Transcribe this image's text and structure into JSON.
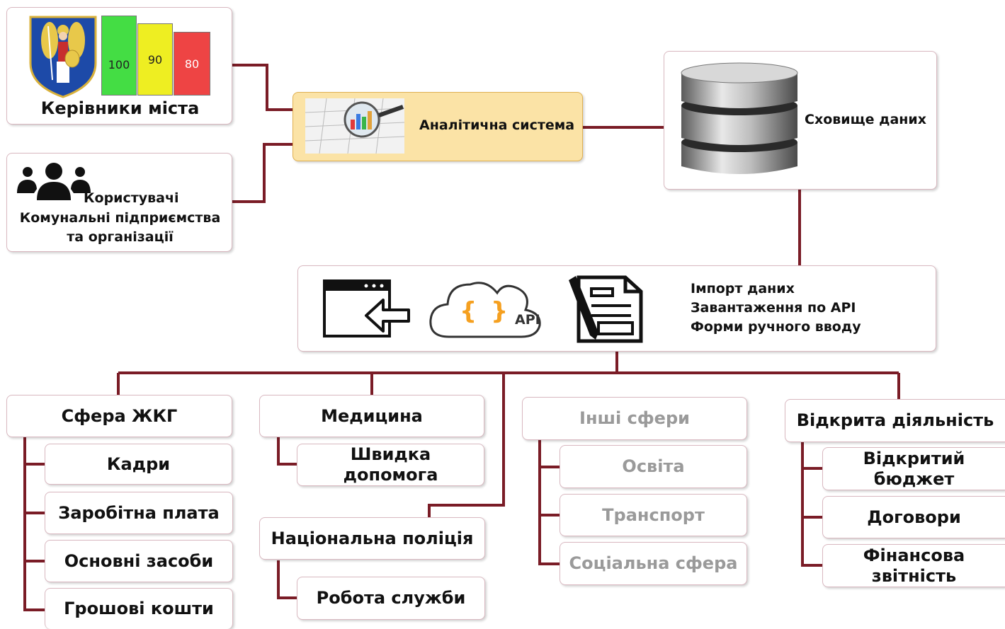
{
  "top": {
    "city_leaders": {
      "label": "Керівники міста",
      "bars": [
        "100",
        "90",
        "80"
      ],
      "bar_colors": [
        "#44dd44",
        "#eeee22",
        "#ee4444"
      ]
    },
    "users": {
      "line1": "Користувачі",
      "line2": "Комунальні підприємства",
      "line3": "та організації"
    },
    "analytics": {
      "label": "Аналітична система"
    },
    "storage": {
      "label": "Сховище даних"
    }
  },
  "import": {
    "api_tag": "API",
    "braces": "{ }",
    "lines": [
      "Імпорт даних",
      "Завантаження по API",
      "Форми ручного вводу"
    ]
  },
  "groups": {
    "housing": {
      "title": "Сфера ЖКГ",
      "items": [
        "Кадри",
        "Заробітна плата",
        "Основні засоби",
        "Грошові кошти"
      ]
    },
    "medicine": {
      "title": "Медицина",
      "items": [
        "Швидка допомога"
      ]
    },
    "police": {
      "title": "Національна поліція",
      "items": [
        "Робота служби"
      ]
    },
    "other": {
      "title": "Інші сфери",
      "items": [
        "Освіта",
        "Транспорт",
        "Соціальна сфера"
      ]
    },
    "open": {
      "title": "Відкрита діяльність",
      "items": [
        "Відкритий бюджет",
        "Договори",
        "Фінансова звітність"
      ]
    }
  },
  "colors": {
    "connector": "#7a1c26",
    "analytics_fill": "#fbe3a6",
    "analytics_border": "#e0b050",
    "muted_text": "#9a9a9a"
  }
}
